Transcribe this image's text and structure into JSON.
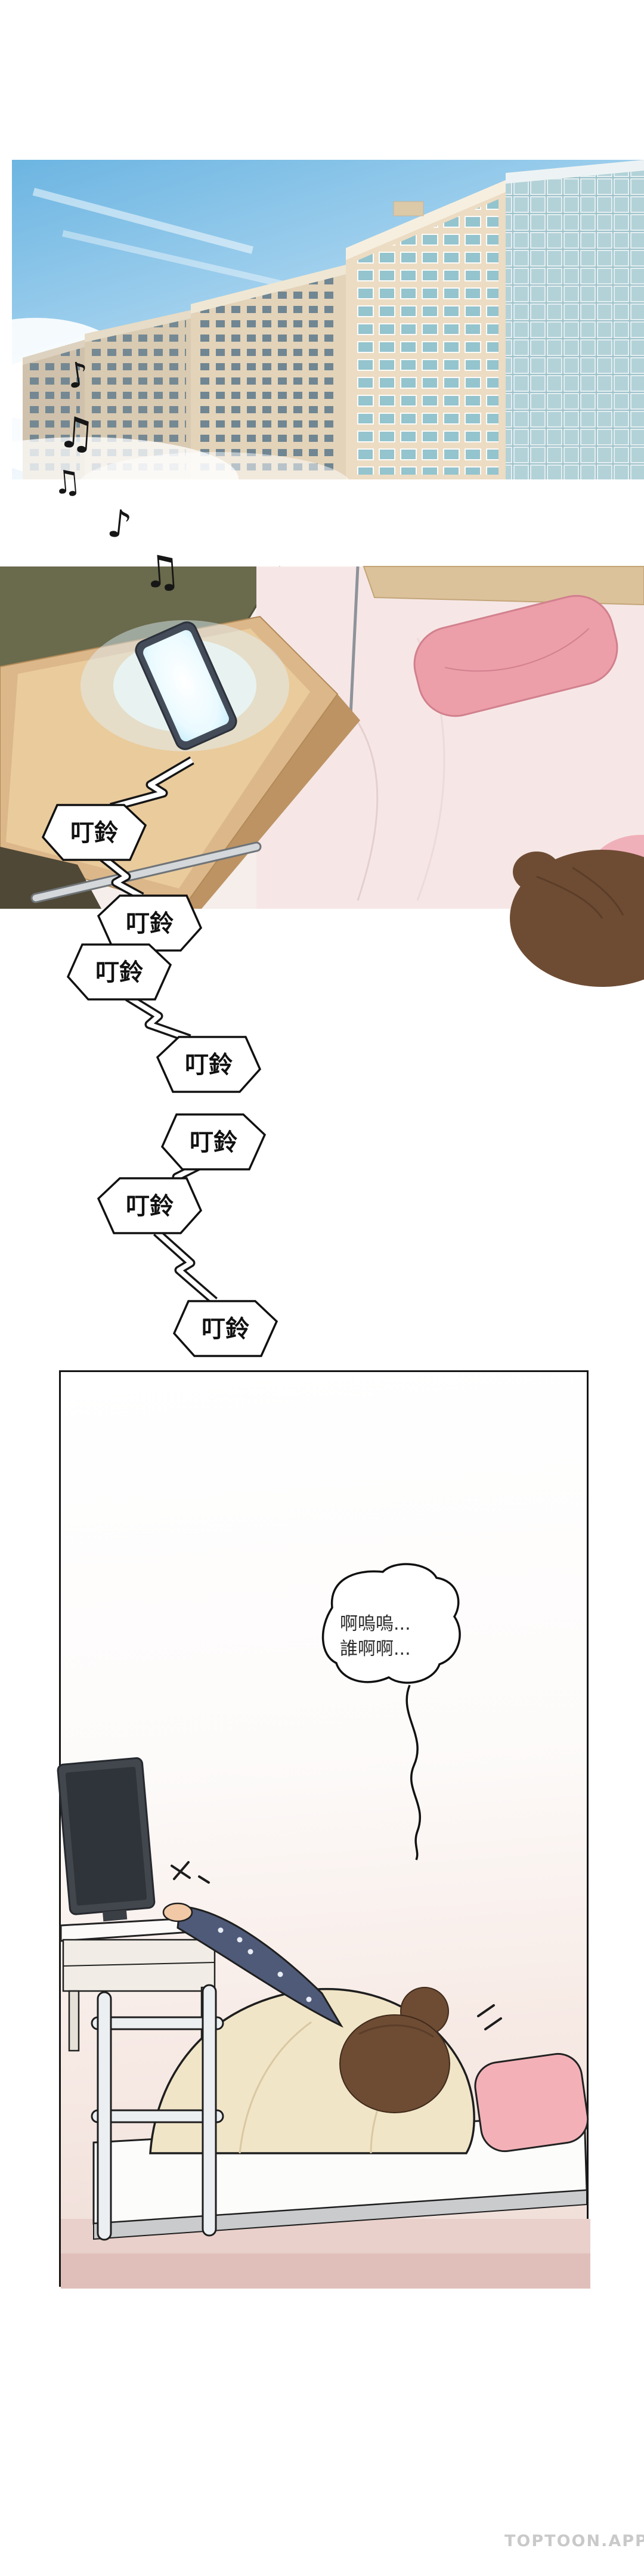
{
  "watermark": "TOPTOON.APP",
  "sfx": {
    "bubbles": [
      "叮鈴",
      "叮鈴",
      "叮鈴",
      "叮鈴",
      "叮鈴",
      "叮鈴",
      "叮鈴"
    ]
  },
  "speech": {
    "line1": "啊嗚嗚...",
    "line2": "誰啊啊..."
  },
  "music_notes": [
    "♪",
    "♫",
    "♫",
    "♪",
    "♫"
  ],
  "colors": {
    "sky_blue": "#6cb5e2",
    "building_cream": "#ecdcc3",
    "window_teal": "#8fc3cf",
    "wall_olive": "#6a6a4c",
    "table_tan": "#dcb78a",
    "pillow_pink": "#ec9fa8",
    "blanket_cream": "#f1e5c8",
    "hair_brown": "#6e4c34",
    "watermark_gray": "#c9c9c9"
  }
}
